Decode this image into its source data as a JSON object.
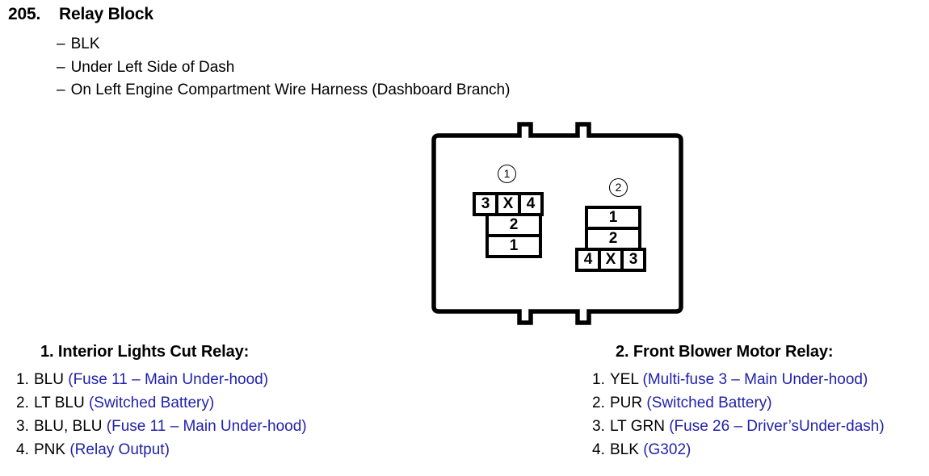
{
  "header": {
    "number": "205.",
    "title": "Relay Block",
    "dash": "–",
    "bullets": [
      "BLK",
      "Under Left Side of Dash",
      "On Left Engine Compartment Wire Harness (Dashboard Branch)"
    ]
  },
  "diagram": {
    "name": "relay-block-connector",
    "relays": [
      {
        "callout": "1",
        "top_row": [
          "3",
          "X",
          "4"
        ],
        "stack": [
          "2",
          "1"
        ]
      },
      {
        "callout": "2",
        "stack": [
          "1",
          "2"
        ],
        "bottom_row": [
          "4",
          "X",
          "3"
        ]
      }
    ]
  },
  "legends": [
    {
      "heading": "1. Interior Lights Cut Relay:",
      "items": [
        {
          "idx": "1.",
          "wire": "BLU",
          "desc": "(Fuse 11 – Main Under-hood)"
        },
        {
          "idx": "2.",
          "wire": "LT BLU",
          "desc": "(Switched Battery)"
        },
        {
          "idx": "3.",
          "wire": "BLU, BLU",
          "desc": "(Fuse 11 – Main Under-hood)"
        },
        {
          "idx": "4.",
          "wire": "PNK",
          "desc": "(Relay Output)"
        }
      ]
    },
    {
      "heading": "2. Front Blower Motor Relay:",
      "items": [
        {
          "idx": "1.",
          "wire": "YEL",
          "desc": "(Multi-fuse 3 – Main Under-hood)"
        },
        {
          "idx": "2.",
          "wire": "PUR",
          "desc": "(Switched Battery)"
        },
        {
          "idx": "3.",
          "wire": "LT GRN",
          "desc": "(Fuse 26 – Driver’sUnder-dash)"
        },
        {
          "idx": "4.",
          "wire": "BLK",
          "desc": "(G302)"
        }
      ]
    }
  ],
  "colors": {
    "ink": "#000000",
    "circuit_blue": "#2222aa",
    "paper": "#ffffff"
  }
}
